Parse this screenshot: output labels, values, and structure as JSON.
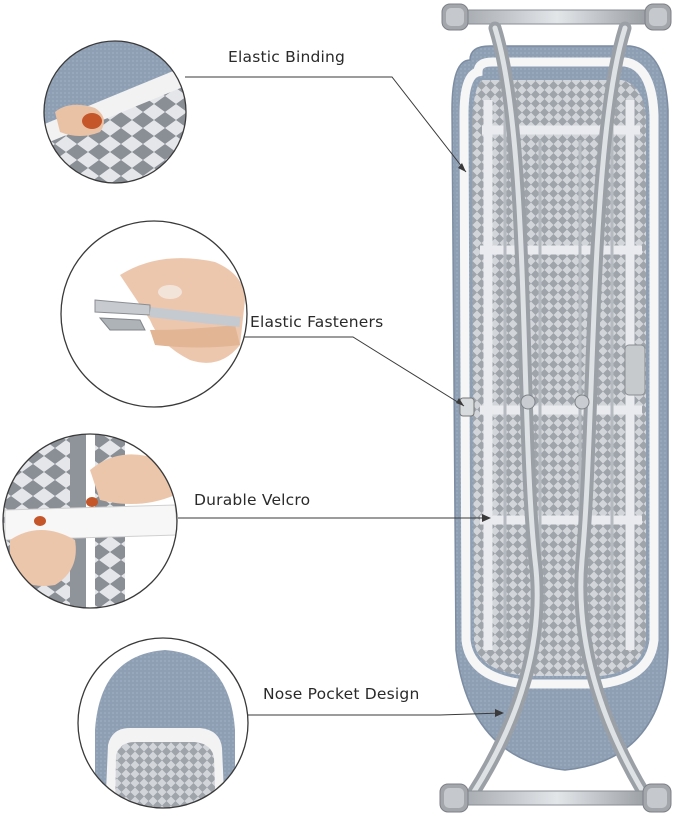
{
  "callouts": [
    {
      "label": "Elastic Binding"
    },
    {
      "label": "Elastic Fasteners"
    },
    {
      "label": "Durable Velcro"
    },
    {
      "label": "Nose Pocket Design"
    }
  ],
  "colors": {
    "cover": "#8e9fb4",
    "binding": "#f4f4f4",
    "frame": "#b8bcc1",
    "mesh": "#c9ccd0",
    "leader": "#3a3a3a"
  }
}
